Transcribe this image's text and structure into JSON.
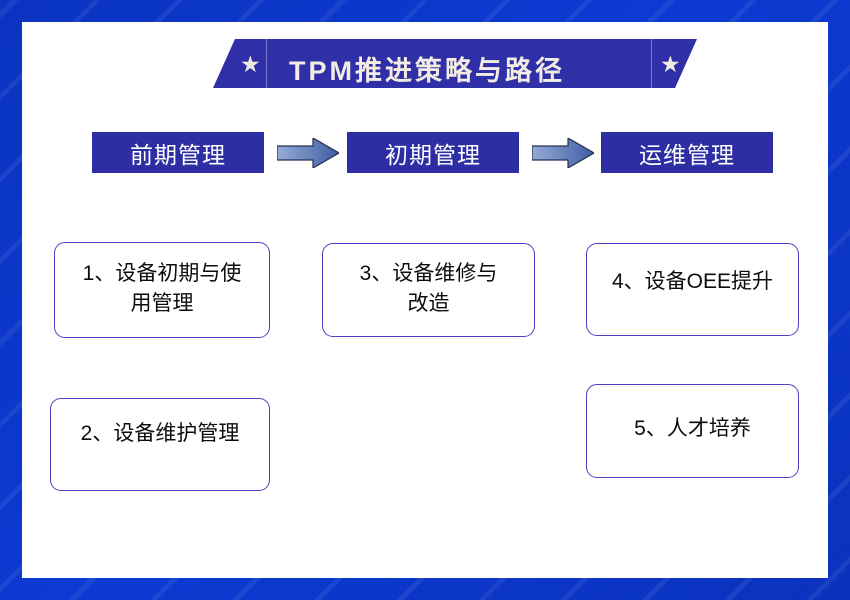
{
  "frame": {
    "border_color": "#0b37c8",
    "inner_background": "#ffffff"
  },
  "banner": {
    "title": "TPM推进策略与路径",
    "star_left": "★",
    "star_right": "★",
    "background_color": "#2f2fa8",
    "text_color": "#f2ece4"
  },
  "stages": [
    {
      "label": "前期管理"
    },
    {
      "label": "初期管理"
    },
    {
      "label": "运维管理"
    }
  ],
  "stage_style": {
    "background_color": "#2d2da4",
    "text_color": "#ffffff"
  },
  "arrows": [
    {
      "name": "arrow-stage-1-to-2"
    },
    {
      "name": "arrow-stage-2-to-3"
    }
  ],
  "arrow_style": {
    "fill_light": "#8fa6d4",
    "fill_dark": "#3f5ba3",
    "stroke": "#24314f"
  },
  "cards": [
    {
      "text": "1、设备初期与使\n用管理"
    },
    {
      "text": "2、设备维护管理"
    },
    {
      "text": "3、设备维修与\n改造"
    },
    {
      "text": "4、设备OEE提升"
    },
    {
      "text": "5、人才培养"
    }
  ],
  "card_style": {
    "border_color": "#4a42c4",
    "text_color": "#0d0d0d",
    "background_color": "#ffffff"
  }
}
